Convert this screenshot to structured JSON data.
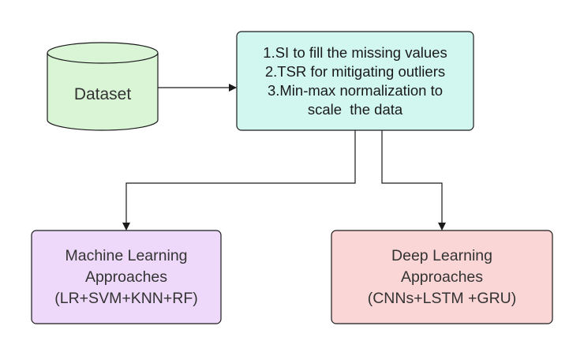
{
  "dataset": {
    "label": "Dataset"
  },
  "preprocessing": {
    "lines": [
      "1.SI to fill the missing values",
      "2.TSR for mitigating outliers",
      "3.Min-max normalization to",
      "scale  the data"
    ]
  },
  "ml": {
    "lines": [
      "Machine Learning",
      "Approaches",
      "(LR+SVM+KNN+RF)"
    ]
  },
  "dl": {
    "lines": [
      "Deep Learning",
      "Approaches",
      "(CNNs+LSTM +GRU)"
    ]
  },
  "colors": {
    "dataset_fill": "#d9f5d6",
    "preprocessing_fill": "#d2f7f0",
    "ml_fill": "#efd9fa",
    "dl_fill": "#fbd6d6",
    "stroke": "#1a1a1a"
  }
}
